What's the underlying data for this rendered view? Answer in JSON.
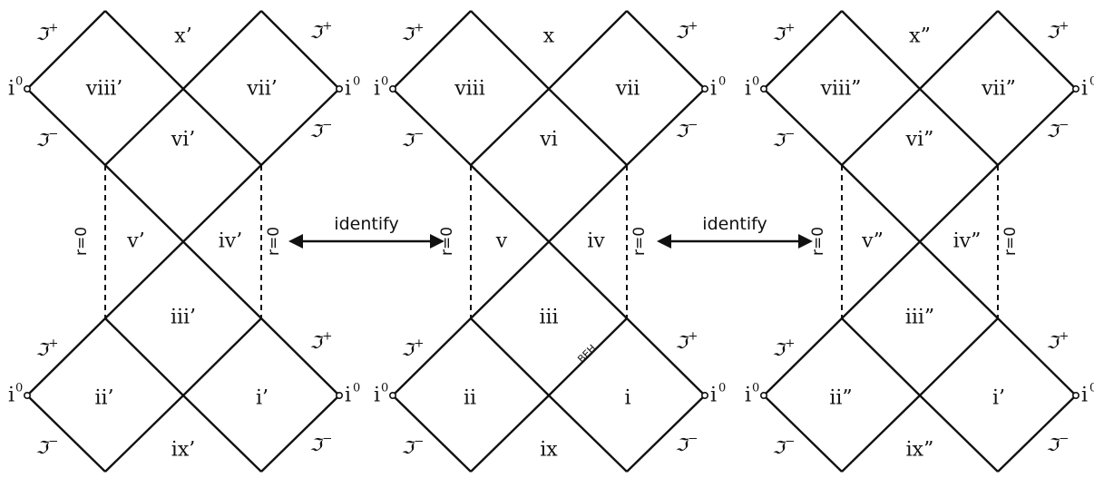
{
  "diagrams": [
    {
      "id": "left",
      "regions": {
        "top": "x’",
        "upper_left": "viii’",
        "upper_right": "vii’",
        "mid_upper": "vi’",
        "left": "v’",
        "right": "iv’",
        "mid_lower": "iii’",
        "lower_left": "ii’",
        "lower_right": "i’",
        "bottom": "ix’"
      },
      "dashed_label": "r=0",
      "null_future": "ℑ+",
      "null_past": "ℑ−",
      "spatial_infinity": "i0",
      "horizon_label": ""
    },
    {
      "id": "center",
      "regions": {
        "top": "x",
        "upper_left": "viii",
        "upper_right": "vii",
        "mid_upper": "vi",
        "left": "v",
        "right": "iv",
        "mid_lower": "iii",
        "lower_left": "ii",
        "lower_right": "i",
        "bottom": "ix"
      },
      "dashed_label": "r=0",
      "null_future": "ℑ+",
      "null_past": "ℑ−",
      "spatial_infinity": "i0",
      "horizon_label": "BEH"
    },
    {
      "id": "right",
      "regions": {
        "top": "x”",
        "upper_left": "viii”",
        "upper_right": "vii”",
        "mid_upper": "vi”",
        "left": "v”",
        "right": "iv”",
        "mid_lower": "iii”",
        "lower_left": "ii”",
        "lower_right": "i’",
        "bottom": "ix”"
      },
      "dashed_label": "r=0",
      "null_future": "ℑ+",
      "null_past": "ℑ−",
      "spatial_infinity": "i0",
      "horizon_label": ""
    }
  ],
  "arrows": [
    {
      "label": "identify"
    },
    {
      "label": "identify"
    }
  ]
}
